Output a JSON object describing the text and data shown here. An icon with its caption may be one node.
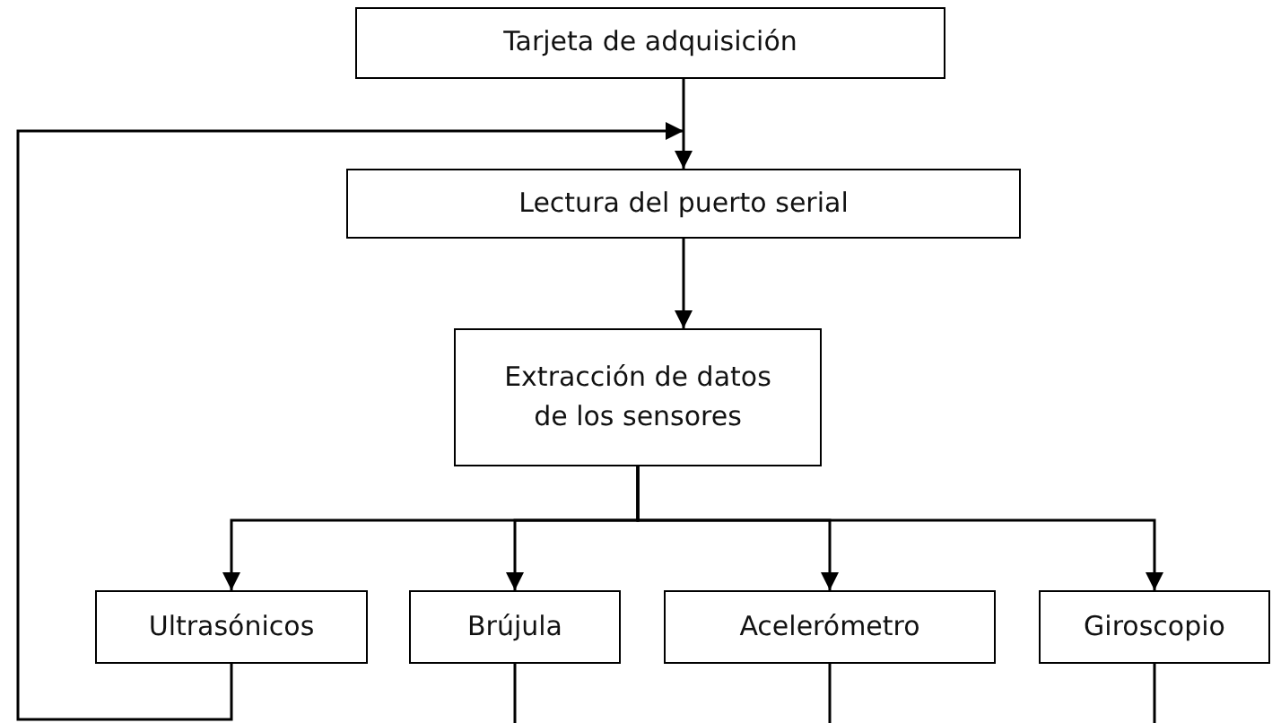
{
  "diagram": {
    "nodes": [
      {
        "text": [
          "Tarjeta de adquisición"
        ]
      },
      {
        "text": [
          "Lectura del puerto serial"
        ]
      },
      {
        "text": [
          "Extracción de datos de los sensores"
        ]
      },
      {
        "text": [
          "Ultrasónicos"
        ]
      },
      {
        "text": [
          "Brújula"
        ]
      },
      {
        "text": [
          "Acelerómetro"
        ]
      },
      {
        "text": [
          "Giroscopio"
        ]
      }
    ],
    "edges": [
      {
        "from": 0,
        "to": 1,
        "arrow": "to"
      },
      {
        "from": 1,
        "to": 2,
        "arrow": "to"
      },
      {
        "from": 2,
        "to": 3,
        "arrow": "to"
      },
      {
        "from": 2,
        "to": 4,
        "arrow": "to"
      },
      {
        "from": 2,
        "to": 5,
        "arrow": "to"
      },
      {
        "from": 2,
        "to": 6,
        "arrow": "to"
      },
      {
        "from": 3,
        "to": 1,
        "arrow": "to"
      },
      {
        "from": 4,
        "to": null,
        "arrow": "none"
      },
      {
        "from": 5,
        "to": null,
        "arrow": "none"
      },
      {
        "from": 6,
        "to": null,
        "arrow": "none"
      }
    ]
  }
}
